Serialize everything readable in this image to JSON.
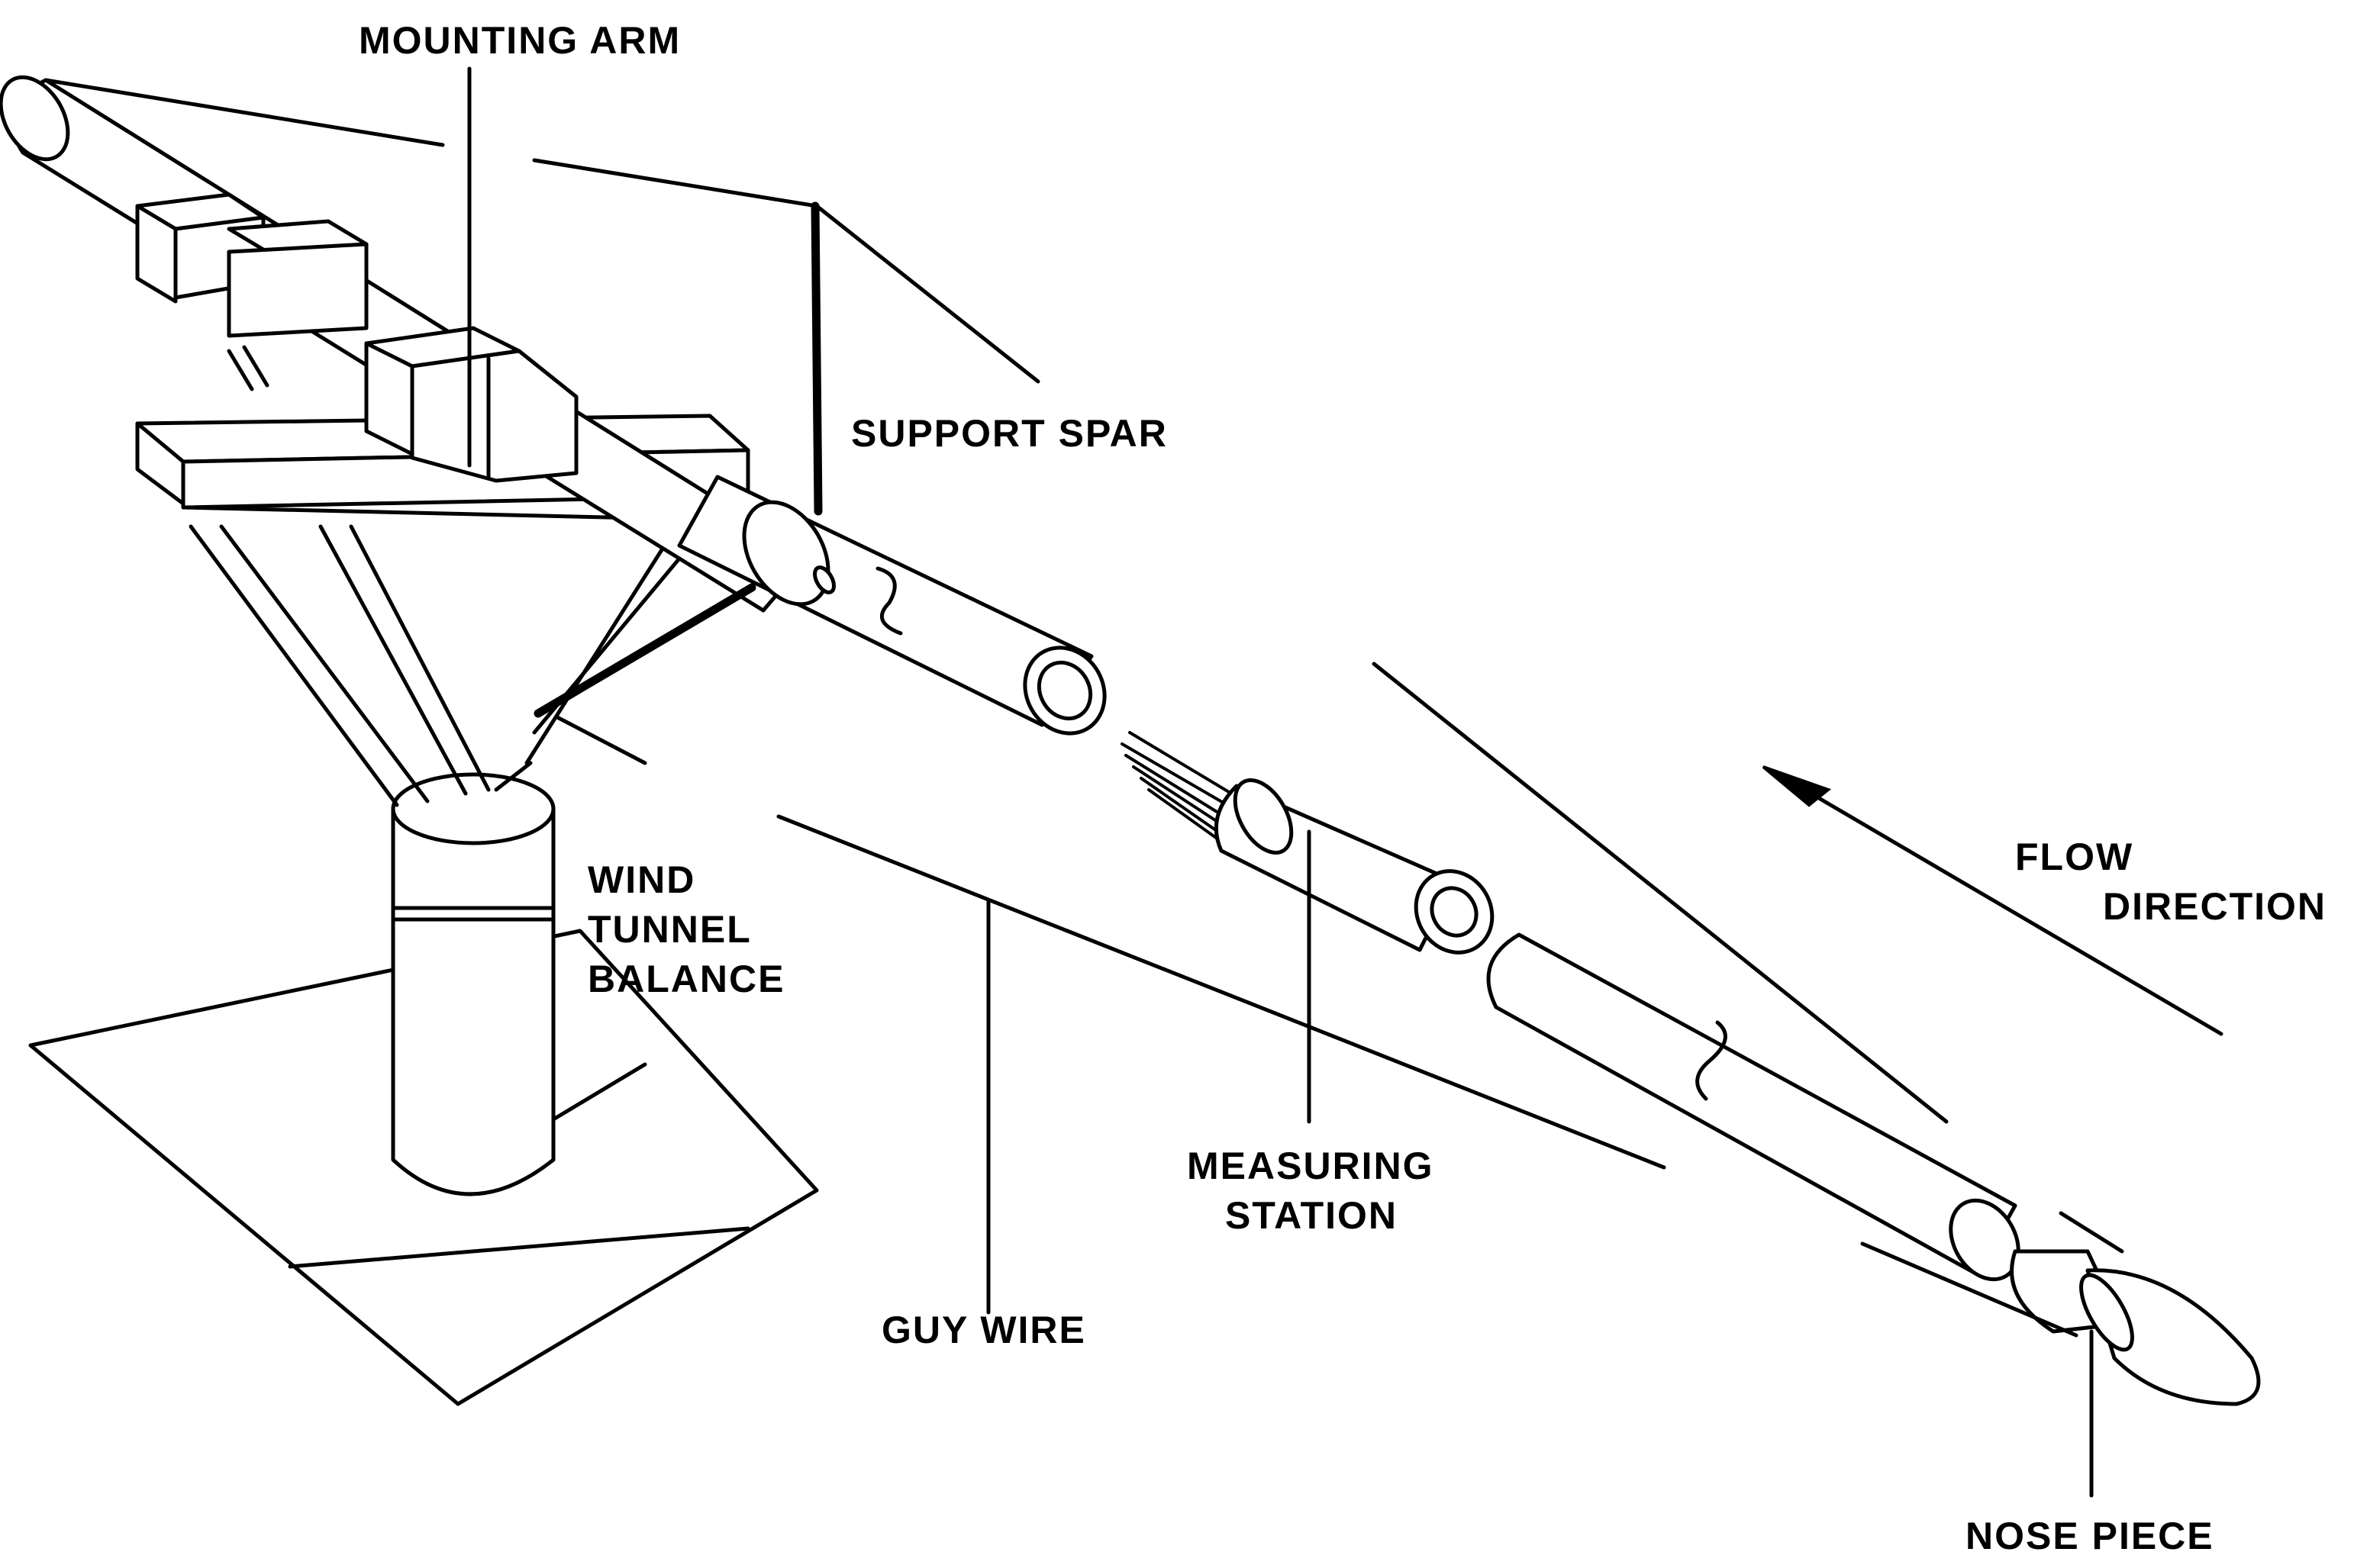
{
  "labels": {
    "mounting_arm": "MOUNTING ARM",
    "support_spar": "SUPPORT SPAR",
    "wind_tunnel_balance": [
      "WIND",
      "TUNNEL",
      "BALANCE"
    ],
    "guy_wire": "GUY WIRE",
    "measuring_station": [
      "MEASURING",
      "STATION"
    ],
    "flow_direction": [
      "FLOW",
      "DIRECTION"
    ],
    "nose_piece": "NOSE PIECE"
  }
}
